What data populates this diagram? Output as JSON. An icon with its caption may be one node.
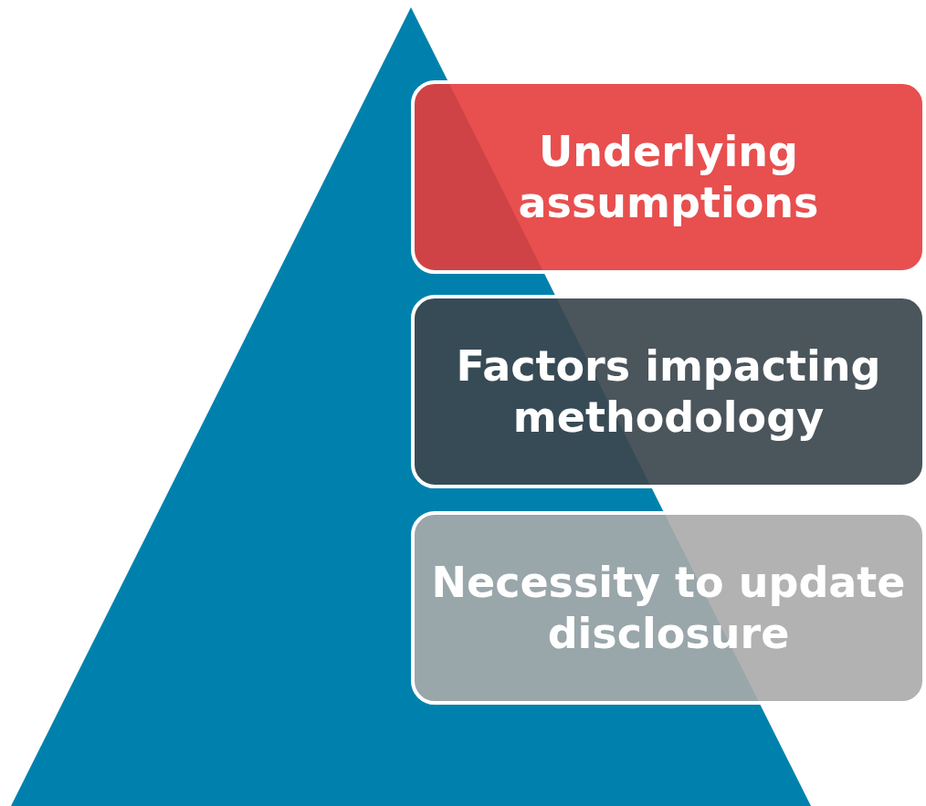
{
  "diagram": {
    "nodes": [
      {
        "text": [
          "Underlying assumptions"
        ]
      },
      {
        "text": [
          "Factors impacting methodology"
        ]
      },
      {
        "text": [
          "Necessity to update disclosure"
        ]
      }
    ]
  }
}
